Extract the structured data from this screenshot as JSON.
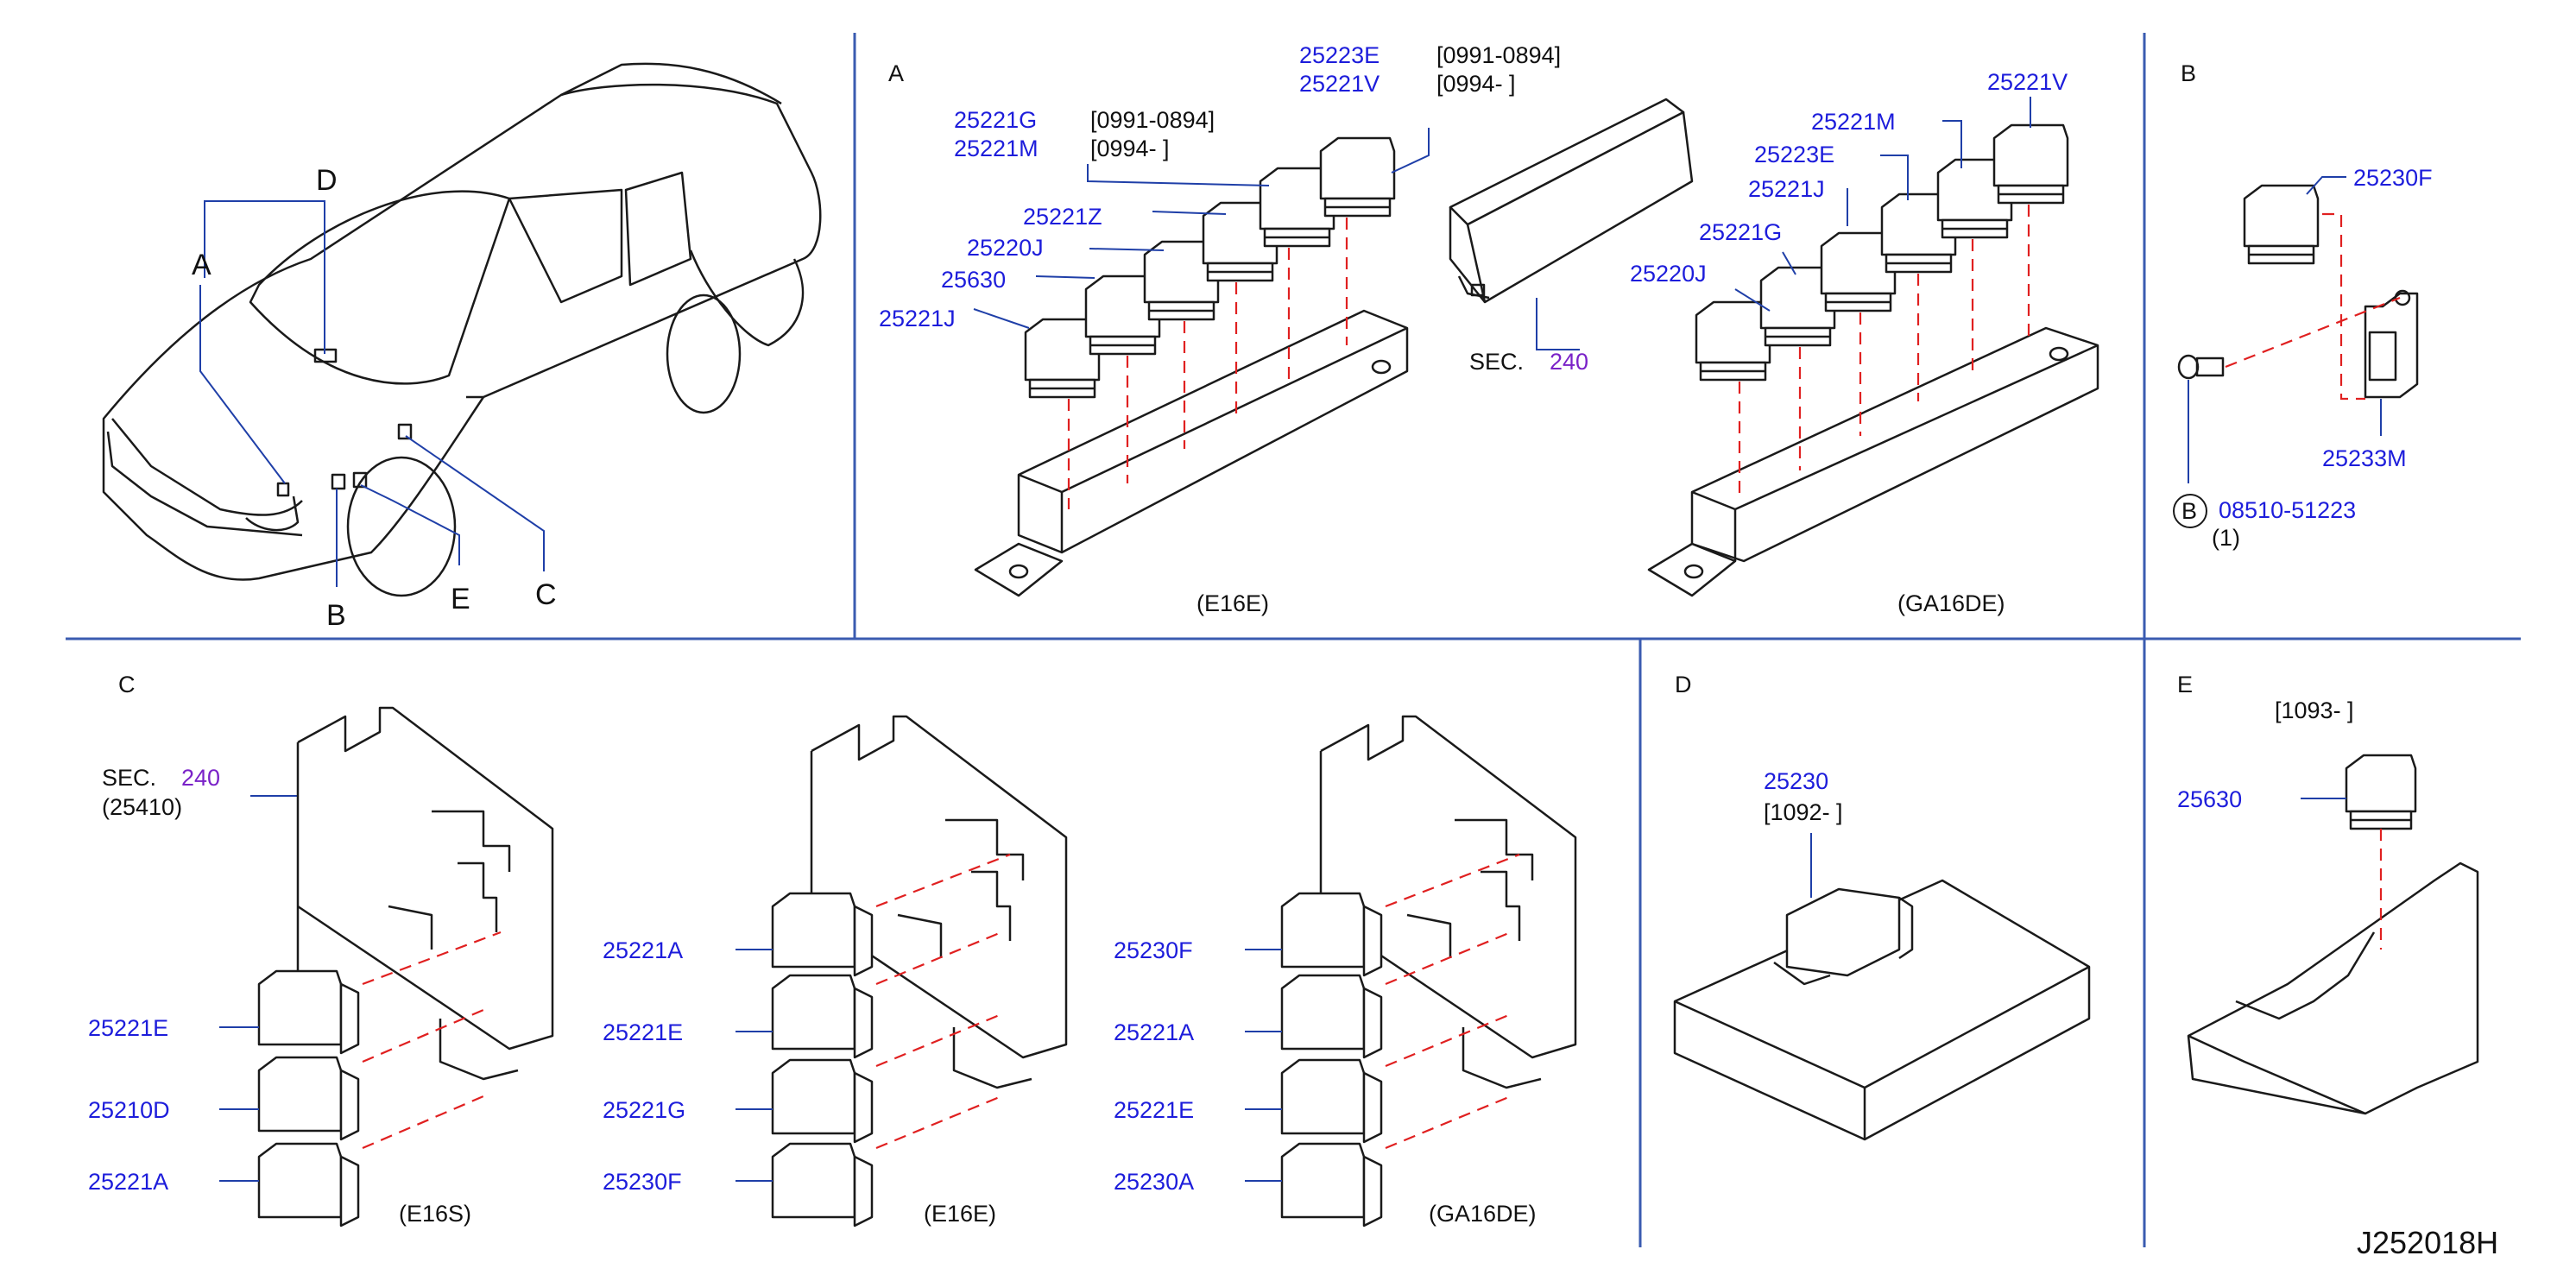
{
  "panel_labels": {
    "a": "A",
    "b": "B",
    "c": "C",
    "d": "D",
    "e": "E"
  },
  "overview": {
    "a": "A",
    "b": "B",
    "c": "C",
    "d": "D",
    "e": "E"
  },
  "panel_a": {
    "p1": "25223E",
    "p2": "25221V",
    "b1": "[0991-0894]",
    "b2": "[0994-          ]",
    "p3": "25221G",
    "p4": "25221M",
    "b3": "[0991-0894]",
    "b4": "[0994-          ]",
    "p5": "25221Z",
    "p6": "25220J",
    "p7": "25630",
    "p8": "25221J",
    "sec_label": "SEC.",
    "sec_num": "240",
    "cap1": "(E16E)",
    "q1": "25221V",
    "q2": "25221M",
    "q3": "25223E",
    "q4": "25221J",
    "q5": "25221G",
    "q6": "25220J",
    "cap2": "(GA16DE)"
  },
  "panel_b": {
    "p1": "25230F",
    "p2": "25233M",
    "circ": "B",
    "p3": "08510-51223",
    "qty": "(1)"
  },
  "panel_c": {
    "sec_label": "SEC.",
    "sec_num": "240",
    "sec_sub": "(25410)",
    "g1": [
      "25221E",
      "25210D",
      "25221A"
    ],
    "cap1": "(E16S)",
    "g2": [
      "25221A",
      "25221E",
      "25221G",
      "25230F"
    ],
    "cap2": "(E16E)",
    "g3": [
      "25230F",
      "25221A",
      "25221E",
      "25230A"
    ],
    "cap3": "(GA16DE)"
  },
  "panel_d": {
    "p1": "25230",
    "b1": "[1092-          ]"
  },
  "panel_e": {
    "b1": "[1093-          ]",
    "p1": "25630"
  },
  "code": "J252018H"
}
